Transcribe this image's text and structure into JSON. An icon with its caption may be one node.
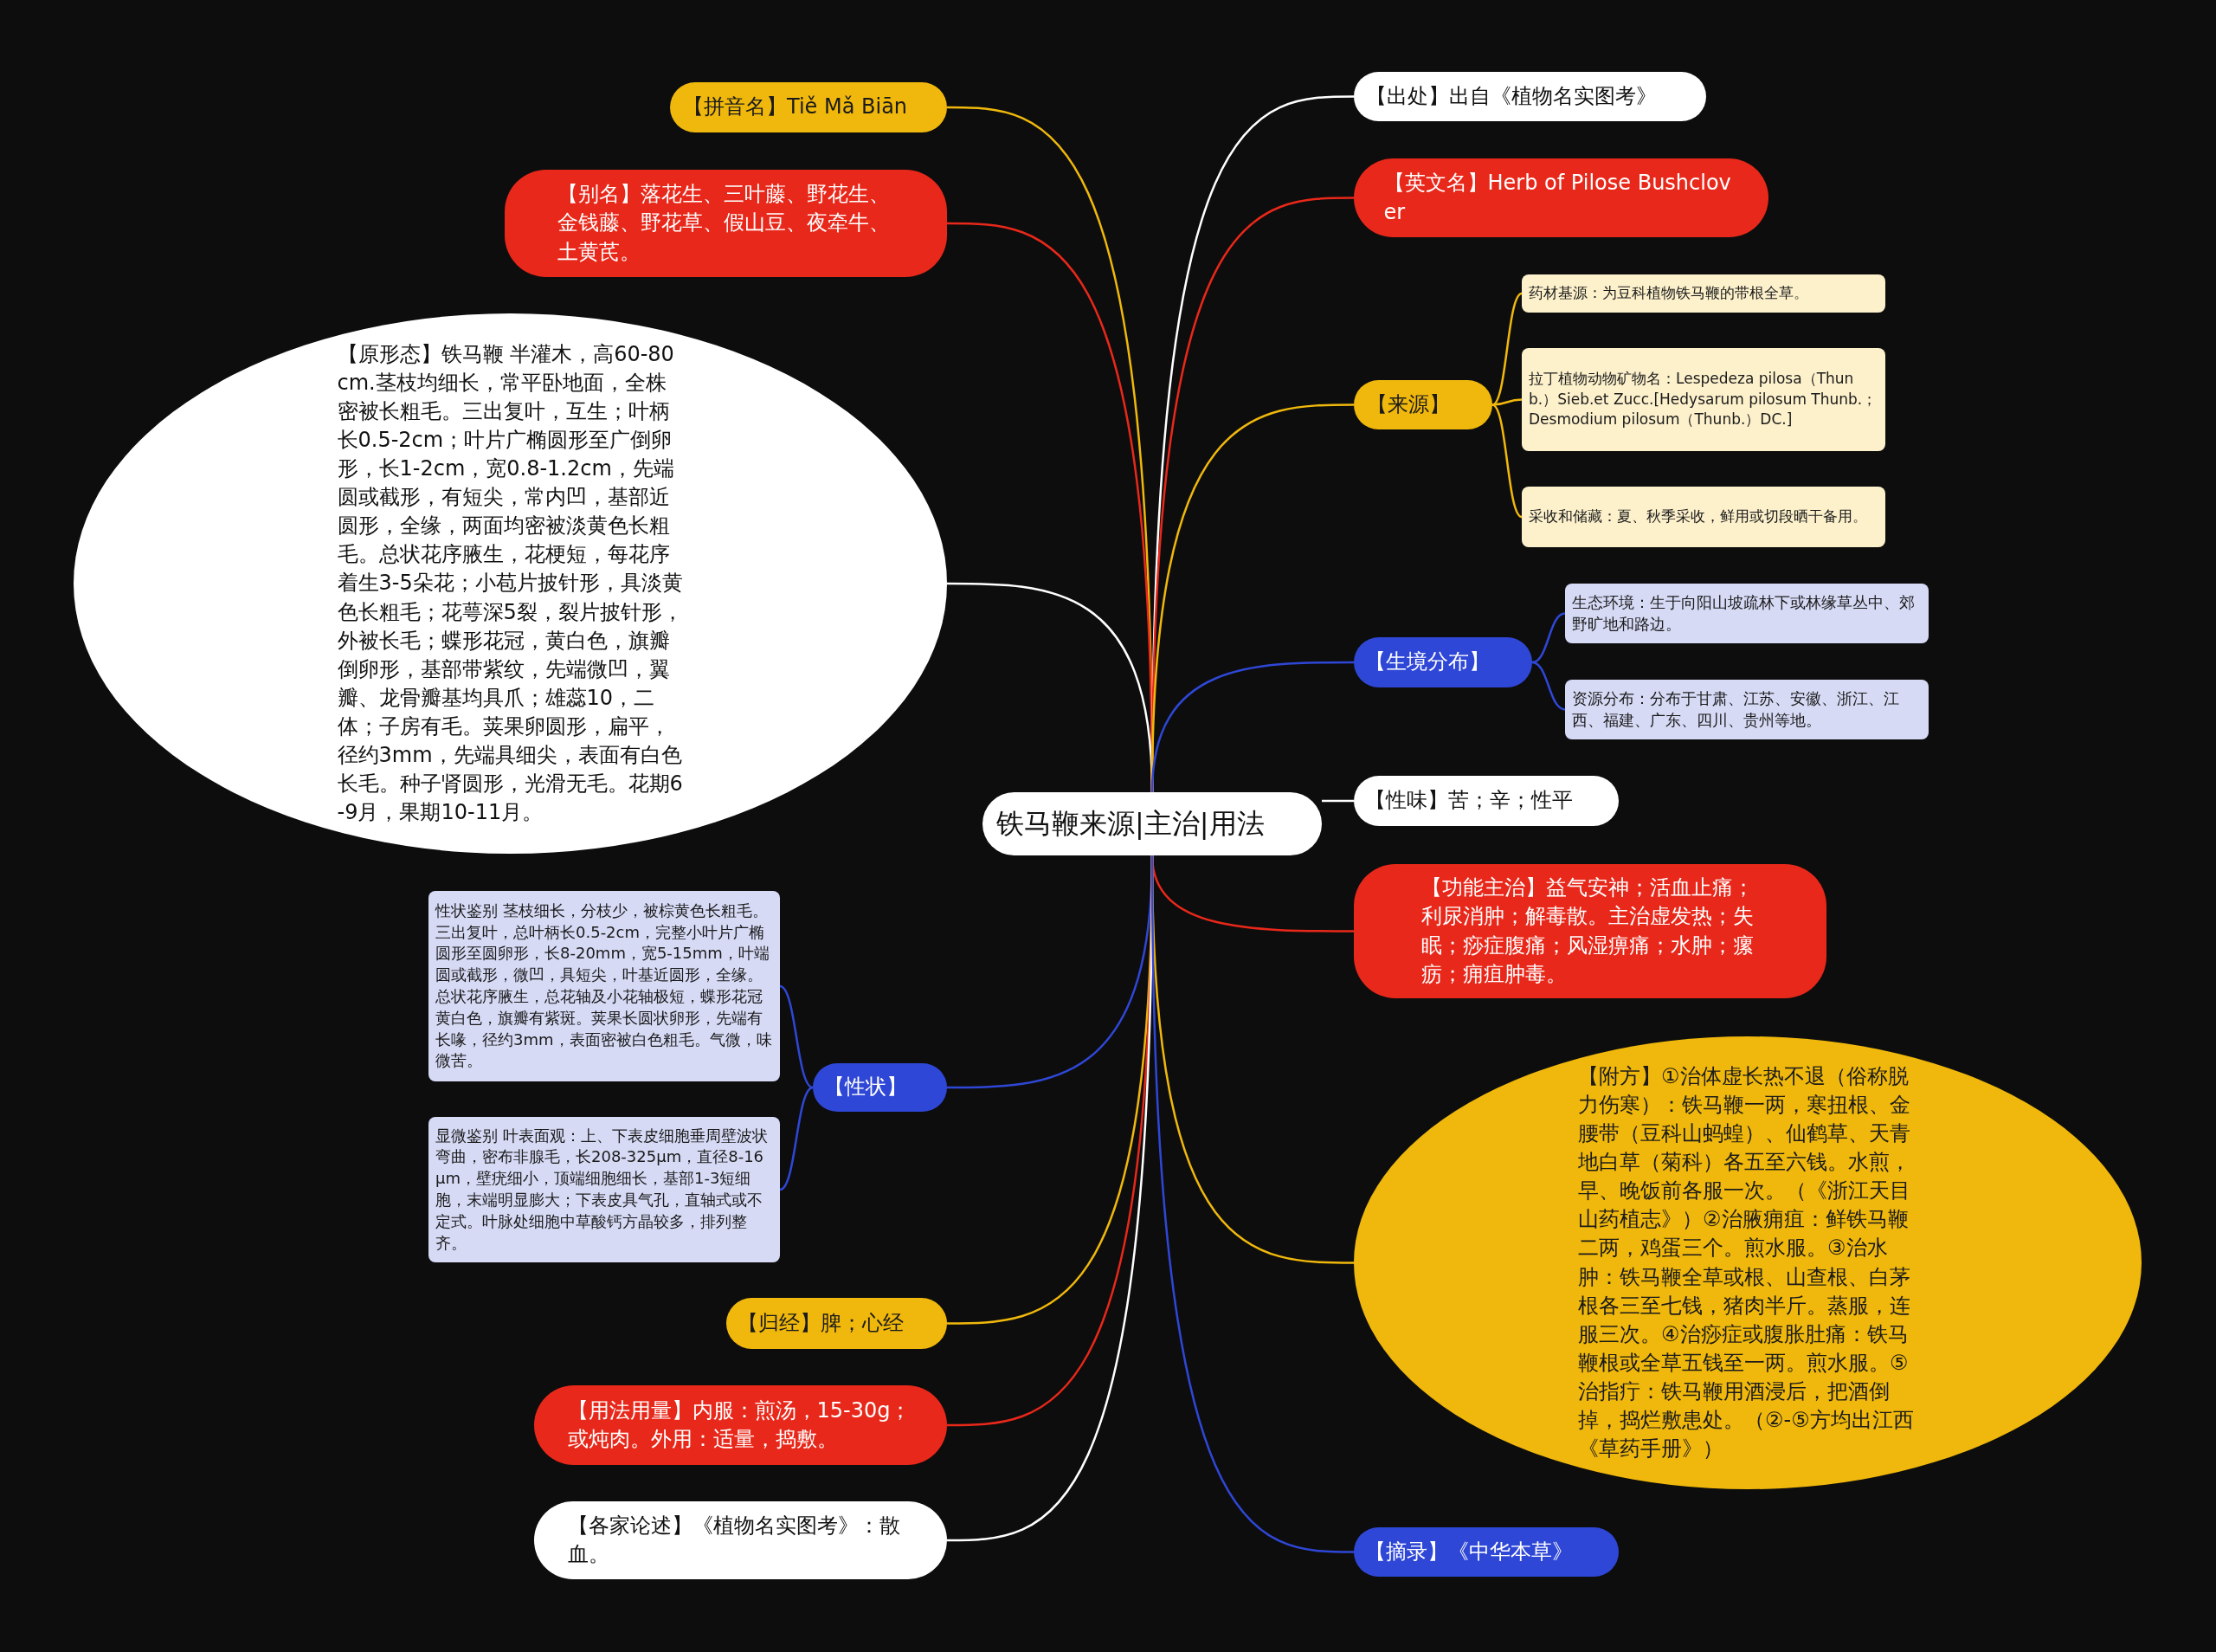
{
  "diagram": {
    "nodes": [
      {
        "text": [
          "铁马鞭来源|主治|用法"
        ]
      },
      {
        "text": [
          "【拼音名】Tiě Mǎ Biān"
        ]
      },
      {
        "text": [
          "【别名】落花生、三叶藤、野花生、金钱藤、野花草、假山豆、夜牵牛、土黄芪。"
        ]
      },
      {
        "text": [
          "【原形态】铁马鞭 半灌木，高60-80cm.茎枝均细长，常平卧地面，全株密被长粗毛。三出复叶，互生；叶柄长0.5-2cm；叶片广椭圆形至广倒卵形，长1-2cm，宽0.8-1.2cm，先端圆或截形，有短尖，常内凹，基部近圆形，全缘，两面均密被淡黄色长粗毛。总状花序腋生，花梗短，每花序着生3-5朵花；小苞片披针形，具淡黄色长粗毛；花萼深5裂，裂片披针形，外被长毛；蝶形花冠，黄白色，旗瓣倒卵形，基部带紫纹，先端微凹，翼瓣、龙骨瓣基均具爪；雄蕊10，二体；子房有毛。荚果卵圆形，扁平，径约3mm，先端具细尖，表面有白色长毛。种子肾圆形，光滑无毛。花期6-9月，果期10-11月。"
        ]
      },
      {
        "text": [
          "【性状】"
        ]
      },
      {
        "text": [
          "性状鉴别 茎枝细长，分枝少，被棕黄色长粗毛。三出复叶，总叶柄长0.5-2cm，完整小叶片广椭圆形至圆卵形，长8-20mm，宽5-15mm，叶端圆或截形，微凹，具短尖，叶基近圆形，全缘。总状花序腋生，总花轴及小花轴极短，蝶形花冠黄白色，旗瓣有紫斑。荚果长圆状卵形，先端有长喙，径约3mm，表面密被白色粗毛。气微，味微苦。"
        ]
      },
      {
        "text": [
          "显微鉴别 叶表面观：上、下表皮细胞垂周壁波状弯曲，密布非腺毛，长208-325μm，直径8-16μm，壁疣细小，顶端细胞细长，基部1-3短细胞，末端明显膨大；下表皮具气孔，直轴式或不定式。叶脉处细胞中草酸钙方晶较多，排列整齐。"
        ]
      },
      {
        "text": [
          "【归经】脾；心经"
        ]
      },
      {
        "text": [
          "【用法用量】内服：煎汤，15-30g；或炖肉。外用：适量，捣敷。"
        ]
      },
      {
        "text": [
          "【各家论述】《植物名实图考》：散血。"
        ]
      },
      {
        "text": [
          "【出处】出自《植物名实图考》"
        ]
      },
      {
        "text": [
          "【英文名】Herb of Pilose Bushclover"
        ]
      },
      {
        "text": [
          "【来源】"
        ]
      },
      {
        "text": [
          "药材基源：为豆科植物铁马鞭的带根全草。"
        ]
      },
      {
        "text": [
          "拉丁植物动物矿物名：Lespedeza pilosa（Thunb.）Sieb.et Zucc.[Hedysarum pilosum Thunb.；Desmodium pilosum（Thunb.）DC.]"
        ]
      },
      {
        "text": [
          "采收和储藏：夏、秋季采收，鲜用或切段晒干备用。"
        ]
      },
      {
        "text": [
          "【生境分布】"
        ]
      },
      {
        "text": [
          "生态环境：生于向阳山坡疏林下或林缘草丛中、郊野旷地和路边。"
        ]
      },
      {
        "text": [
          "资源分布：分布于甘肃、江苏、安徽、浙江、江西、福建、广东、四川、贵州等地。"
        ]
      },
      {
        "text": [
          "【性味】苦；辛；性平"
        ]
      },
      {
        "text": [
          "【功能主治】益气安神；活血止痛；利尿消肿；解毒散。主治虚发热；失眠；痧症腹痛；风湿痹痛；水肿；瘰疬；痈疽肿毒。"
        ]
      },
      {
        "text": [
          "【附方】①治体虚长热不退（俗称脱力伤寒）：铁马鞭一两，寒扭根、金腰带（豆科山蚂蝗）、仙鹤草、天青地白草（菊科）各五至六钱。水煎，早、晚饭前各服一次。（《浙江天目山药植志》）②治腋痈疽：鲜铁马鞭二两，鸡蛋三个。煎水服。③治水肿：铁马鞭全草或根、山查根、白茅根各三至七钱，猪肉半斤。蒸服，连服三次。④治痧症或腹胀肚痛：铁马鞭根或全草五钱至一两。煎水服。⑤治指疔：铁马鞭用酒浸后，把酒倒掉，捣烂敷患处。（②-⑤方均出江西《草药手册》）"
        ]
      },
      {
        "text": [
          "【摘录】《中华本草》"
        ]
      }
    ],
    "edges": [
      {
        "from": 0,
        "to": 1,
        "arrow": "none",
        "color": "#f0b80c"
      },
      {
        "from": 0,
        "to": 2,
        "arrow": "none",
        "color": "#e8281a"
      },
      {
        "from": 0,
        "to": 3,
        "arrow": "none",
        "color": "#ffffff"
      },
      {
        "from": 0,
        "to": 4,
        "arrow": "none",
        "color": "#2f47d6"
      },
      {
        "from": 4,
        "to": 5,
        "arrow": "none",
        "color": "#2f47d6"
      },
      {
        "from": 4,
        "to": 6,
        "arrow": "none",
        "color": "#2f47d6"
      },
      {
        "from": 0,
        "to": 7,
        "arrow": "none",
        "color": "#f0b80c"
      },
      {
        "from": 0,
        "to": 8,
        "arrow": "none",
        "color": "#e8281a"
      },
      {
        "from": 0,
        "to": 9,
        "arrow": "none",
        "color": "#ffffff"
      },
      {
        "from": 0,
        "to": 10,
        "arrow": "none",
        "color": "#ffffff"
      },
      {
        "from": 0,
        "to": 11,
        "arrow": "none",
        "color": "#e8281a"
      },
      {
        "from": 0,
        "to": 12,
        "arrow": "none",
        "color": "#f0b80c"
      },
      {
        "from": 12,
        "to": 13,
        "arrow": "none",
        "color": "#f0b80c"
      },
      {
        "from": 12,
        "to": 14,
        "arrow": "none",
        "color": "#f0b80c"
      },
      {
        "from": 12,
        "to": 15,
        "arrow": "none",
        "color": "#f0b80c"
      },
      {
        "from": 0,
        "to": 16,
        "arrow": "none",
        "color": "#2f47d6"
      },
      {
        "from": 16,
        "to": 17,
        "arrow": "none",
        "color": "#2f47d6"
      },
      {
        "from": 16,
        "to": 18,
        "arrow": "none",
        "color": "#2f47d6"
      },
      {
        "from": 0,
        "to": 19,
        "arrow": "none",
        "color": "#ffffff"
      },
      {
        "from": 0,
        "to": 20,
        "arrow": "none",
        "color": "#e8281a"
      },
      {
        "from": 0,
        "to": 21,
        "arrow": "none",
        "color": "#f0b80c"
      },
      {
        "from": 0,
        "to": 22,
        "arrow": "none",
        "color": "#2f47d6"
      }
    ]
  }
}
